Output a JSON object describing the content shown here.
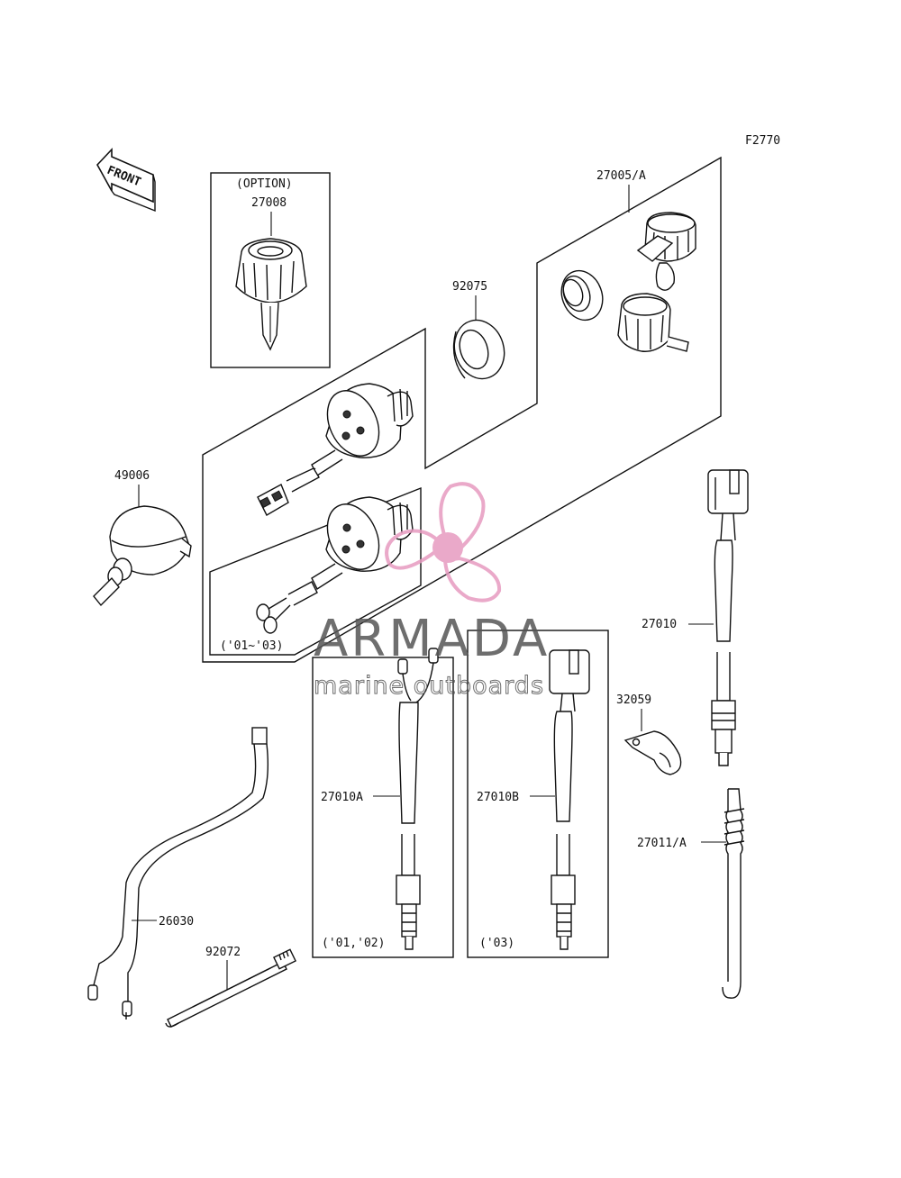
{
  "figure_code": "F2770",
  "front_label": "FRONT",
  "option_label": "(OPTION)",
  "parts": {
    "p27008": "27008",
    "p27005A": "27005/A",
    "p92075": "92075",
    "p49006": "49006",
    "p27010": "27010",
    "p32059": "32059",
    "p27010A": "27010A",
    "p27010B": "27010B",
    "p27011A": "27011/A",
    "p26030": "26030",
    "p92072": "92072"
  },
  "years": {
    "switch_inset": "('01~'03)",
    "sensor_a": "('01,'02)",
    "sensor_b": "('03)"
  },
  "watermark": {
    "brand": "ARMADA",
    "tagline": "marine outboards",
    "brand_color": "#e79bc0",
    "text_color": "#555555"
  }
}
